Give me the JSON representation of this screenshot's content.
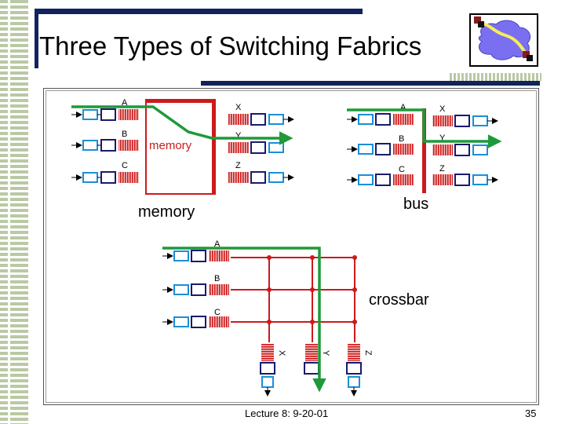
{
  "slide": {
    "title": "Three Types of Switching Fabrics",
    "footer_text": "Lecture 8: 9-20-01",
    "page_number": "35"
  },
  "colors": {
    "accent_bar": "#12225a",
    "stripe": "#b9c9a4",
    "fabric_red": "#cc1a1a",
    "path_green": "#1e9a3a",
    "port_blue": "#1a8fd8",
    "port_navy": "#1a1a6e",
    "logo_blob": "#7a6ff0",
    "logo_path": "#f7ec57"
  },
  "diagram": {
    "memory": {
      "label": "memory",
      "inner_label": "memory",
      "inputs": [
        "A",
        "B",
        "C"
      ],
      "outputs": [
        "X",
        "Y",
        "Z"
      ]
    },
    "bus": {
      "label": "bus",
      "inputs": [
        "A",
        "B",
        "C"
      ],
      "outputs": [
        "X",
        "Y",
        "Z"
      ]
    },
    "crossbar": {
      "label": "crossbar",
      "inputs": [
        "A",
        "B",
        "C"
      ],
      "outputs": [
        "X",
        "Y",
        "Z"
      ]
    }
  },
  "icons": {
    "logo": "network-cloud-icon"
  }
}
